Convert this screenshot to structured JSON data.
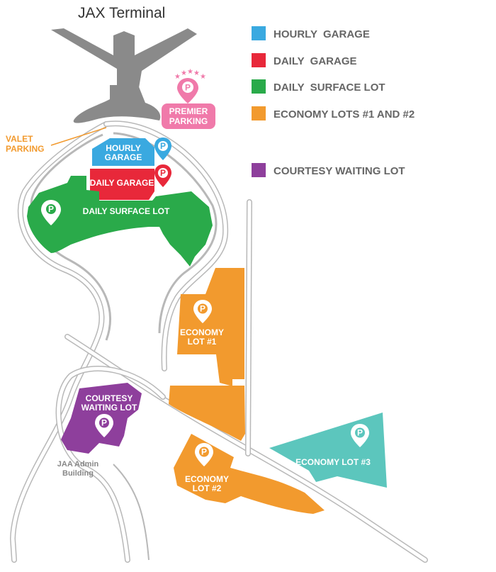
{
  "title": "JAX Terminal",
  "colors": {
    "hourly": "#3aa9e0",
    "daily_garage": "#e8283a",
    "daily_surface": "#2aaa4a",
    "economy": "#f29a2e",
    "courtesy": "#8e3f9c",
    "economy3": "#5cc6bd",
    "premier": "#f07aaa",
    "valet": "#f29a2e",
    "terminal": "#8a8a8a",
    "road": "#b8b8b8"
  },
  "legend": [
    {
      "label": "HOURLY  GARAGE",
      "color": "#3aa9e0"
    },
    {
      "label": "DAILY  GARAGE",
      "color": "#e8283a"
    },
    {
      "label": "DAILY  SURFACE LOT",
      "color": "#2aaa4a"
    },
    {
      "label": "ECONOMY LOTS #1 AND #2",
      "color": "#f29a2e"
    },
    {
      "label": "COURTESY WAITING LOT",
      "color": "#8e3f9c"
    }
  ],
  "map_labels": {
    "valet_line1": "VALET",
    "valet_line2": "PARKING",
    "premier_line1": "PREMIER",
    "premier_line2": "PARKING",
    "hourly_line1": "HOURLY",
    "hourly_line2": "GARAGE",
    "daily_garage": "DAILY GARAGE",
    "daily_surface": "DAILY SURFACE LOT",
    "economy1_line1": "ECONOMY",
    "economy1_line2": "LOT #1",
    "economy2_line1": "ECONOMY",
    "economy2_line2": "LOT #2",
    "economy3": "ECONOMY LOT #3",
    "courtesy_line1": "COURTESY",
    "courtesy_line2": "WAITING LOT",
    "admin_line1": "JAA Admin",
    "admin_line2": "Building"
  },
  "pin_letter": "P",
  "icons": [
    "parking-pin-icon",
    "star-icon"
  ]
}
